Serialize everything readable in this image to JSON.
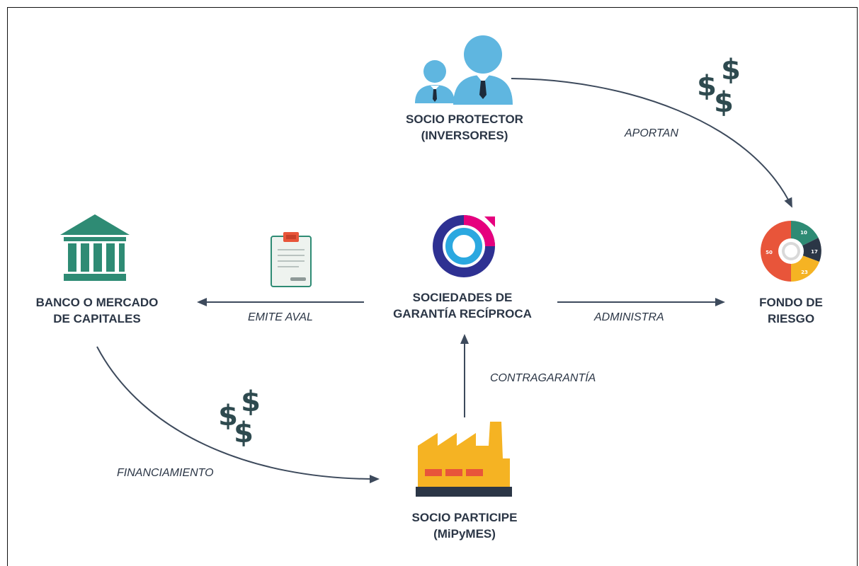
{
  "nodes": {
    "protector": {
      "label": "SOCIO PROTECTOR\n(INVERSORES)",
      "icon": "investors-icon"
    },
    "sgr": {
      "label": "SOCIEDADES DE\nGARANTÍA RECÍPROCA",
      "icon": "sgr-logo-icon"
    },
    "banco": {
      "label": "BANCO O MERCADO\nDE CAPITALES",
      "icon": "bank-icon"
    },
    "fondo": {
      "label": "FONDO DE\nRIESGO",
      "icon": "donut-chart-icon",
      "chart_labels": [
        "10",
        "17",
        "23",
        "50"
      ]
    },
    "participe": {
      "label": "SOCIO PARTICIPE\n(MiPyMES)",
      "icon": "factory-icon"
    }
  },
  "edges": {
    "aportan": "APORTAN",
    "emite_aval": "EMITE AVAL",
    "administra": "ADMINISTRA",
    "contragarantia": "CONTRAGARANTÍA",
    "financiamiento": "FINANCIAMIENTO"
  },
  "money_symbol": "$",
  "colors": {
    "text": "#2b3646",
    "arrow": "#3d4a5c",
    "people": "#5fb6e0",
    "bank": "#2e8b74",
    "factory": "#f5b323",
    "factory_windows": "#e8553a",
    "sgr_navy": "#2e3192",
    "sgr_pink": "#e6007e",
    "sgr_blue": "#2ba8e0",
    "money": "#2e4a4f"
  }
}
